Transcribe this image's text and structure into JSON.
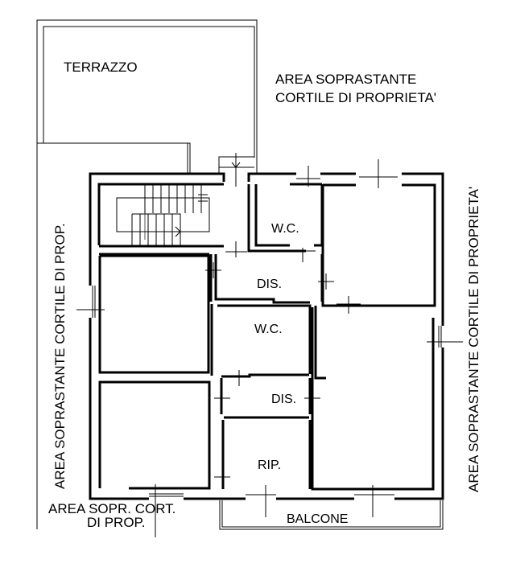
{
  "plan": {
    "type": "floor-plan",
    "background": "#ffffff",
    "line_color": "#000000"
  },
  "labels": {
    "terrazzo": "TERRAZZO",
    "top_area_line1": "AREA SOPRASTANTE",
    "top_area_line2": "CORTILE DI PROPRIETA'",
    "left_area": "AREA SOPRASTANTE CORTILE DI PROP.",
    "right_area": "AREA SOPRASTANTE CORTILE DI PROPRIETA'",
    "bottom_left_line1": "AREA SOPR. CORT.",
    "bottom_left_line2": "DI PROP.",
    "wc_upper": "W.C.",
    "dis_upper": "DIS.",
    "wc_middle": "W.C.",
    "dis_lower": "DIS.",
    "rip": "RIP.",
    "balcone": "BALCONE"
  },
  "rooms": [
    {
      "name": "stairwell",
      "label": ""
    },
    {
      "name": "w.c. upper",
      "label": "W.C."
    },
    {
      "name": "disimpegno upper",
      "label": "DIS."
    },
    {
      "name": "w.c. middle",
      "label": "W.C."
    },
    {
      "name": "disimpegno lower",
      "label": "DIS."
    },
    {
      "name": "ripostiglio",
      "label": "RIP."
    },
    {
      "name": "room upper-left",
      "label": ""
    },
    {
      "name": "room lower-left",
      "label": ""
    },
    {
      "name": "room upper-right",
      "label": ""
    },
    {
      "name": "room lower-right",
      "label": ""
    },
    {
      "name": "terrace",
      "label": "TERRAZZO"
    },
    {
      "name": "balcony",
      "label": "BALCONE"
    }
  ]
}
